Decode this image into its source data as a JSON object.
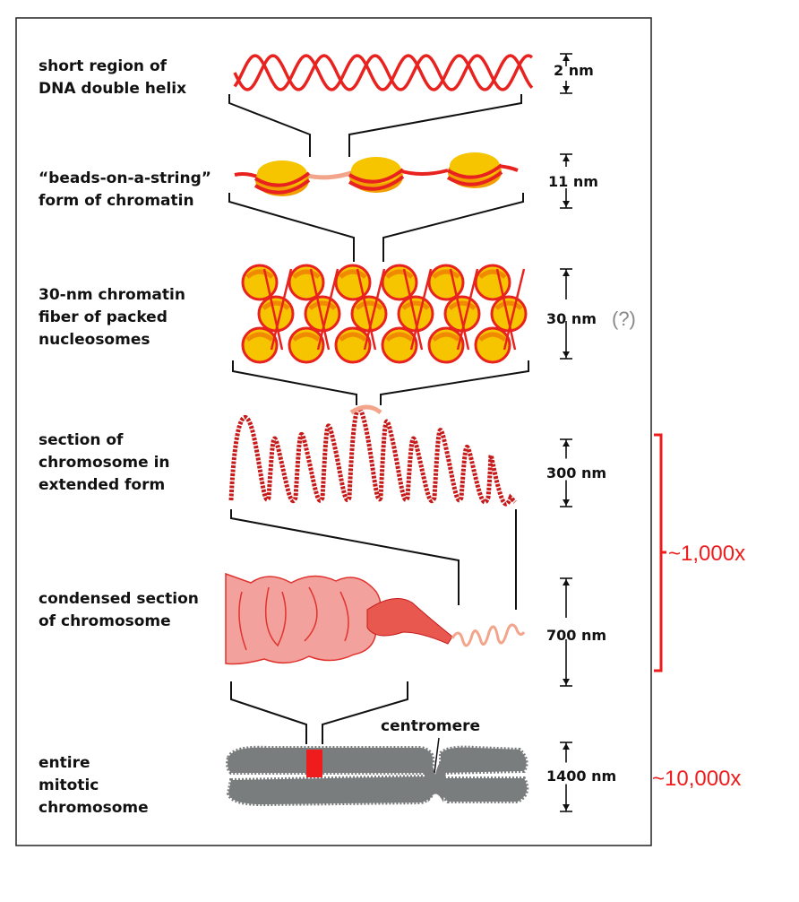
{
  "levels": [
    {
      "label": [
        "short region of",
        "DNA double helix"
      ],
      "scale": "2 nm"
    },
    {
      "label": [
        "“beads-on-a-string”",
        "form of chromatin"
      ],
      "scale": "11 nm"
    },
    {
      "label": [
        "30-nm chromatin",
        "fiber of packed",
        "nucleosomes"
      ],
      "scale": "30 nm",
      "note": "(?)"
    },
    {
      "label": [
        "section of",
        "chromosome in",
        "extended form"
      ],
      "scale": "300 nm"
    },
    {
      "label": [
        "condensed section",
        "of chromosome"
      ],
      "scale": "700 nm"
    },
    {
      "label": [
        "entire",
        "mitotic",
        "chromosome"
      ],
      "scale": "1400 nm"
    }
  ],
  "centromere_label": "centromere",
  "annotations": {
    "bracket": "~1,000x",
    "chromosome": "~10,000x"
  },
  "colors": {
    "dna": "#e8231f",
    "histone": "#f7c400",
    "chromosome": "#7a7d7d",
    "condensed": "#f3a19c",
    "annotation": "#ee1c1c",
    "note": "#888888"
  }
}
